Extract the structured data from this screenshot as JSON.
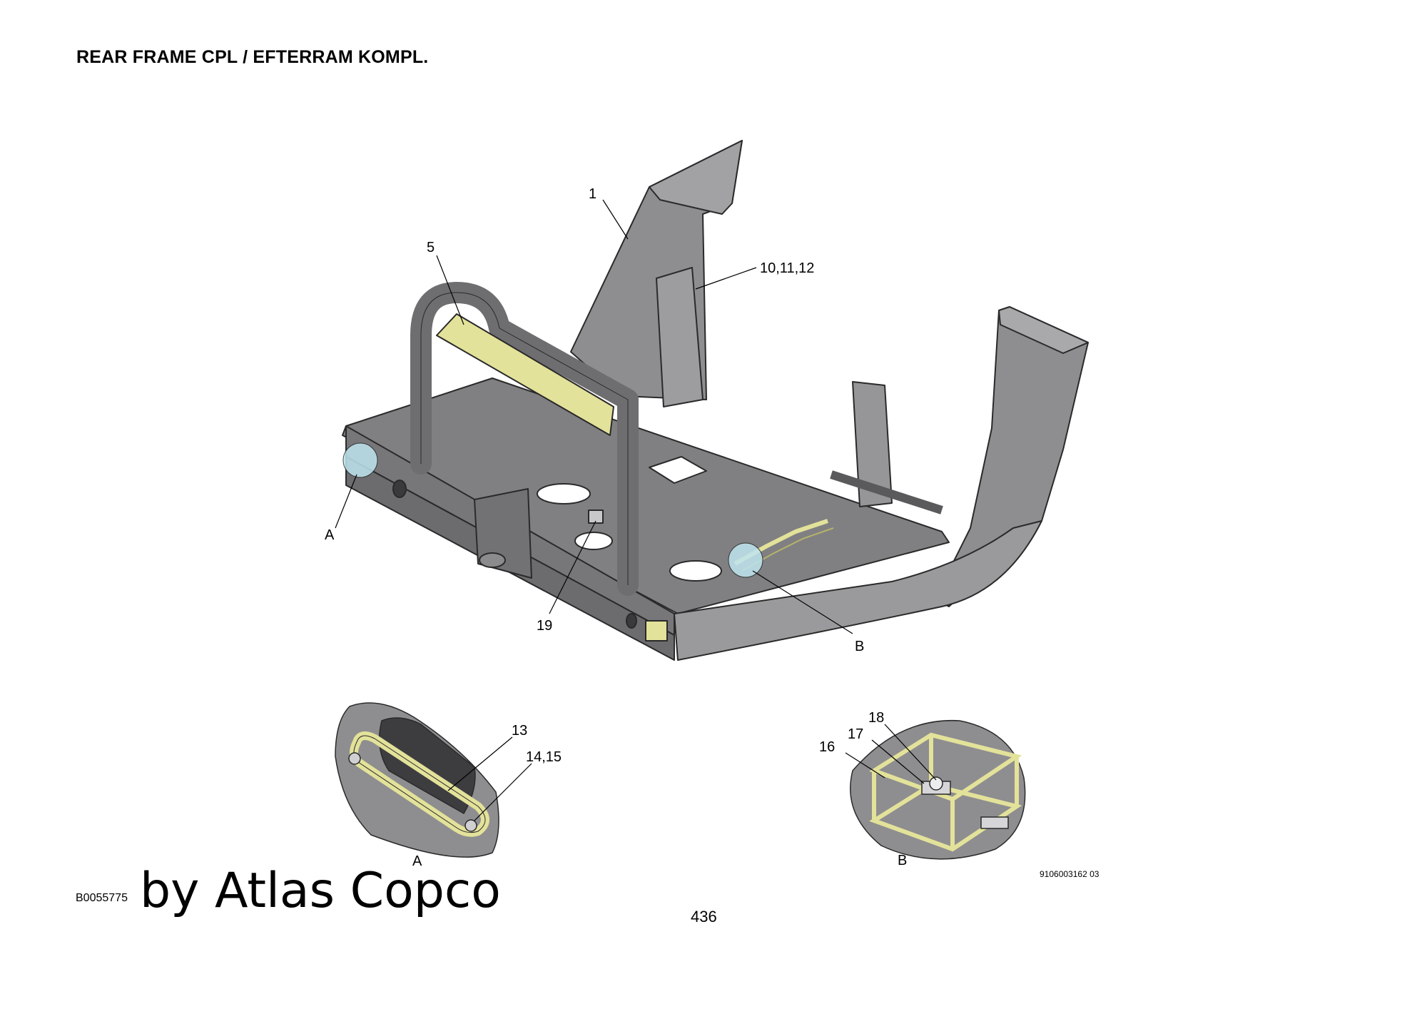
{
  "header": {
    "title": "REAR FRAME CPL / EFTERRAM KOMPL."
  },
  "callouts": {
    "c1": "1",
    "c5": "5",
    "c10": "10,11,12",
    "cA": "A",
    "c19": "19",
    "cB": "B",
    "c13": "13",
    "c14": "14,15",
    "cA2": "A",
    "c16": "16",
    "c17": "17",
    "c18": "18",
    "cB2": "B"
  },
  "drawing_ref": "9106003162 03",
  "footer": {
    "code": "B0055775",
    "watermark": "by Atlas Copco",
    "page": "436"
  },
  "colors": {
    "frame": "#8e8e90",
    "frame_dark": "#6f6f72",
    "frame_light": "#a9a9ab",
    "highlight_part": "#e3e29a",
    "detail_circle": "#bfe5ef"
  }
}
